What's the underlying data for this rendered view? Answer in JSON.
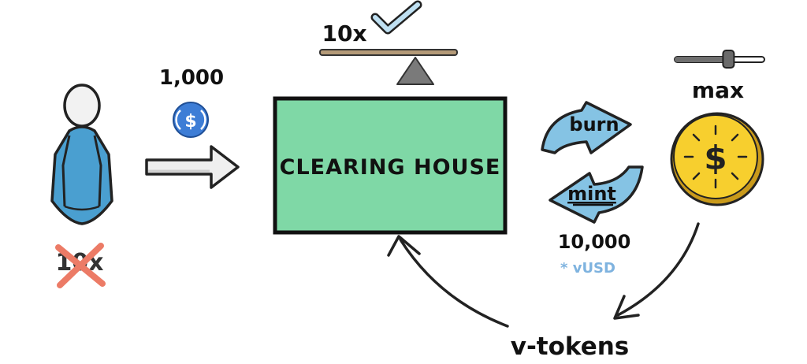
{
  "clearing_house": {
    "label": "CLEARING HOUSE"
  },
  "deposit": {
    "amount": "1,000",
    "icon": "usdc-coin-icon"
  },
  "user": {
    "crossed_label": "10x",
    "icon": "person-icon"
  },
  "leverage": {
    "label": "10x",
    "icon": "checkmark-icon"
  },
  "swap": {
    "burn_label": "burn",
    "mint_label": "mint",
    "amount": "10,000",
    "unit": "* vUSD"
  },
  "slider": {
    "label": "max",
    "level": 0.6
  },
  "coin": {
    "symbol": "$"
  },
  "flow": {
    "label": "v-tokens"
  },
  "colors": {
    "house_fill": "#7fd8a6",
    "person_fill": "#4a9fd0",
    "swap_arrow_fill": "#85c3e4",
    "coin_fill": "#f7cf2e",
    "usdc_blue": "#3d7dd6",
    "cross_red": "#ec7b66",
    "vusd_blue": "#7fb3df",
    "balance_beam": "#b49a78"
  }
}
